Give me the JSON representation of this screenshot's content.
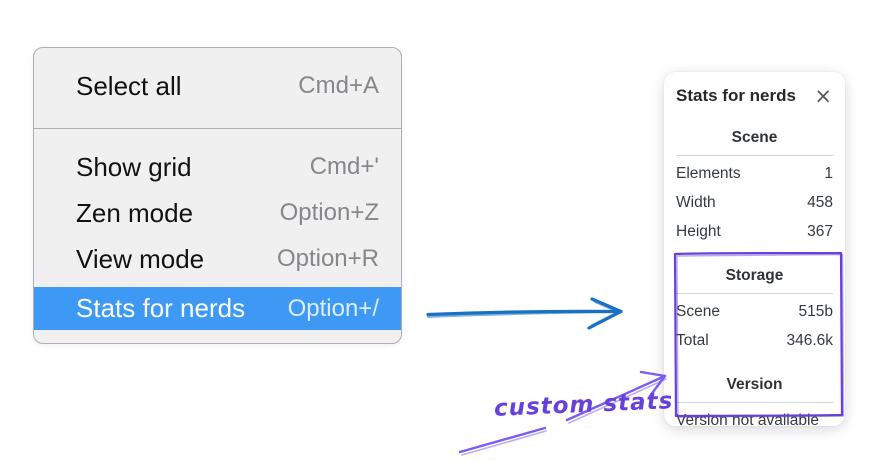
{
  "context_menu": {
    "items": [
      {
        "label": "Select all",
        "shortcut": "Cmd+A",
        "highlighted": false,
        "divider_after": true
      },
      {
        "label": "Show grid",
        "shortcut": "Cmd+'",
        "highlighted": false,
        "divider_after": false
      },
      {
        "label": "Zen mode",
        "shortcut": "Option+Z",
        "highlighted": false,
        "divider_after": false
      },
      {
        "label": "View mode",
        "shortcut": "Option+R",
        "highlighted": false,
        "divider_after": false
      },
      {
        "label": "Stats for nerds",
        "shortcut": "Option+/",
        "highlighted": true,
        "divider_after": false
      }
    ]
  },
  "stats_panel": {
    "title": "Stats for nerds",
    "close_icon": "close-icon",
    "sections": [
      {
        "title": "Scene",
        "rows": [
          [
            "Elements",
            "1"
          ],
          [
            "Width",
            "458"
          ],
          [
            "Height",
            "367"
          ]
        ]
      },
      {
        "title": "Storage",
        "rows": [
          [
            "Scene",
            "515b"
          ],
          [
            "Total",
            "346.6k"
          ]
        ]
      },
      {
        "title": "Version",
        "rows": [],
        "note": "Version not available"
      }
    ]
  },
  "annotation": {
    "label": "custom stats"
  },
  "icons": {
    "close": "×"
  },
  "colors": {
    "menu_highlight": "#3d99f4",
    "menu_bg": "#f0f0f1",
    "menu_border": "#a9b0b7",
    "arrow_blue": "#1971c2",
    "annotation_purple": "#6741d9",
    "panel_text": "#343a40",
    "heading_rule": "#ccd5de"
  }
}
